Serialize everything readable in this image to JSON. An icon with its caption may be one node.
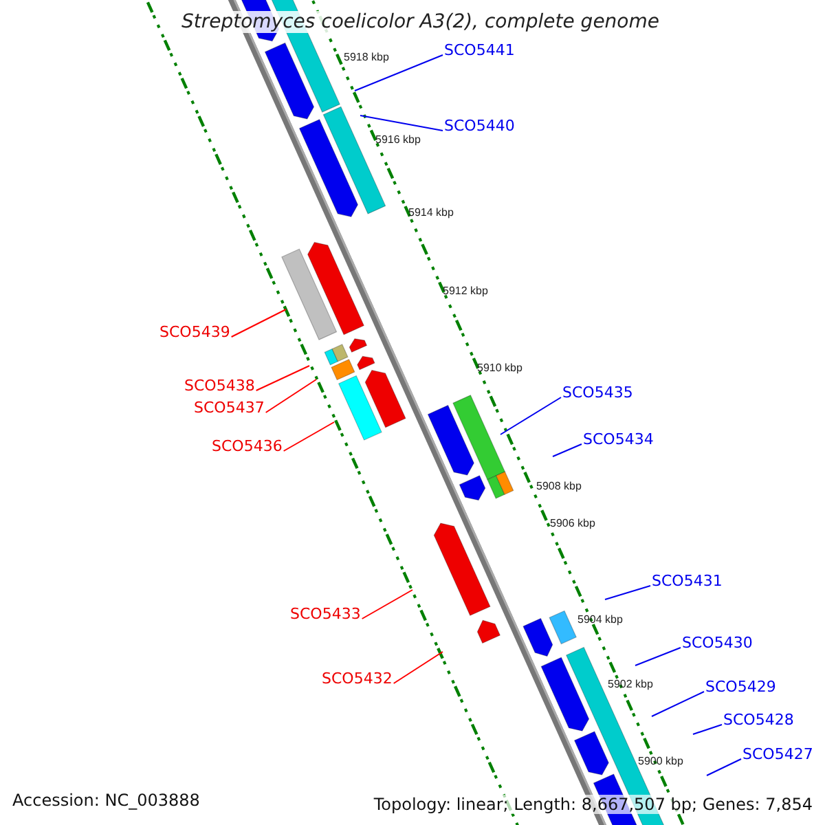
{
  "diagram": {
    "title": "Streptomyces coelicolor A3(2), complete genome",
    "nodes": [
      {
        "text": [
          "SCO5441"
        ]
      },
      {
        "text": [
          "SCO5440"
        ]
      },
      {
        "text": [
          "SCO5439"
        ]
      },
      {
        "text": [
          "SCO5438"
        ]
      },
      {
        "text": [
          "SCO5435"
        ]
      },
      {
        "text": [
          "SCO5437"
        ]
      },
      {
        "text": [
          "SCO5434"
        ]
      },
      {
        "text": [
          "SCO5436"
        ]
      },
      {
        "text": [
          "SCO5431"
        ]
      },
      {
        "text": [
          "SCO5433"
        ]
      },
      {
        "text": [
          "SCO5430"
        ]
      },
      {
        "text": [
          "SCO5432"
        ]
      },
      {
        "text": [
          "SCO5429"
        ]
      },
      {
        "text": [
          "SCO5428"
        ]
      },
      {
        "text": [
          "SCO5427"
        ]
      }
    ],
    "edges": [
      {
        "from": 0,
        "to": null,
        "arrow": "none"
      },
      {
        "from": 1,
        "to": null,
        "arrow": "none"
      },
      {
        "from": 2,
        "to": null,
        "arrow": "none",
        "color": "#ff0000"
      },
      {
        "from": 3,
        "to": null,
        "arrow": "none",
        "color": "#ff0000"
      },
      {
        "from": 4,
        "to": null,
        "arrow": "none"
      },
      {
        "from": 5,
        "to": null,
        "arrow": "none",
        "color": "#ff0000"
      },
      {
        "from": 6,
        "to": null,
        "arrow": "none"
      },
      {
        "from": 7,
        "to": null,
        "arrow": "none",
        "color": "#ff0000"
      },
      {
        "from": 8,
        "to": null,
        "arrow": "none"
      },
      {
        "from": 9,
        "to": null,
        "arrow": "none",
        "color": "#ff0000"
      },
      {
        "from": 10,
        "to": null,
        "arrow": "none"
      },
      {
        "from": 11,
        "to": null,
        "arrow": "none",
        "color": "#ff0000"
      },
      {
        "from": 12,
        "to": null,
        "arrow": "none"
      },
      {
        "from": 13,
        "to": null,
        "arrow": "none"
      },
      {
        "from": 14,
        "to": null,
        "arrow": "none"
      }
    ],
    "labels": [
      "5918 kbp",
      "5916 kbp",
      "5914 kbp",
      "5912 kbp",
      "5910 kbp",
      "5908 kbp",
      "5906 kbp",
      "5904 kbp",
      "5902 kbp",
      "5900 kbp",
      "Accession: NC_003888",
      "Topology: linear; Length: 8,667,507 bp; Genes: 7,854"
    ]
  }
}
